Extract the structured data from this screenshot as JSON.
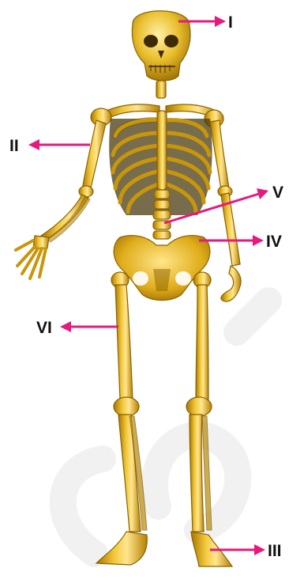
{
  "labels": {
    "skull": "I",
    "humerus": "II",
    "foot": "III",
    "pelvis": "IV",
    "spine": "V",
    "femur": "VI"
  },
  "colors": {
    "arrow": "#e5197e",
    "bone_light": "#ffe27a",
    "bone_mid": "#e8b517",
    "bone_dark": "#9a6c00",
    "label_text": "#111111",
    "background": "#ffffff"
  }
}
